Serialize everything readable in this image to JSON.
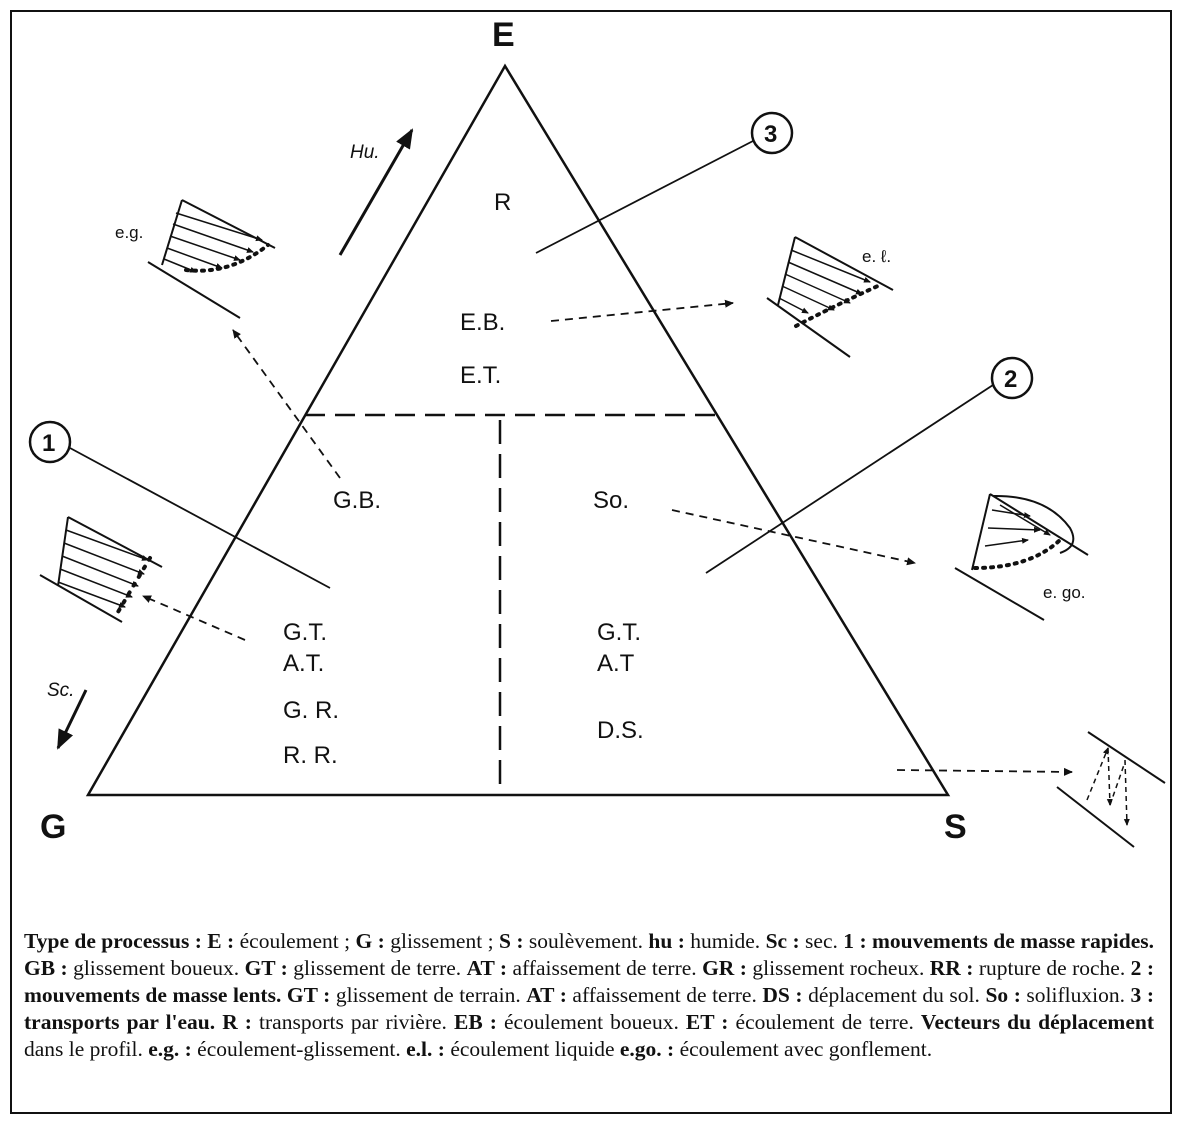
{
  "vertices": {
    "top": "E",
    "left": "G",
    "right": "S"
  },
  "axis_labels": {
    "humid": "Hu.",
    "dry": "Sc."
  },
  "circle_labels": {
    "c1": "1",
    "c2": "2",
    "c3": "3"
  },
  "zone_top": {
    "l1": "R",
    "l2": "E.B.",
    "l3": "E.T."
  },
  "zone_left": {
    "l1": "G.B.",
    "l2": "G.T.",
    "l3": "A.T.",
    "l4": "G. R.",
    "l5": "R. R."
  },
  "zone_right": {
    "l1": "So.",
    "l2": "G.T.",
    "l3": "A.T",
    "l4": "D.S."
  },
  "vector_labels": {
    "eg": "e.g.",
    "el": "e. ℓ.",
    "ego": "e. go."
  },
  "caption": [
    {
      "b": "Type de processus : E : ",
      "t": "écoulement ; "
    },
    {
      "b": "G : ",
      "t": "glissement ; "
    },
    {
      "b": "S : ",
      "t": "soulèvement. "
    },
    {
      "b": "hu : ",
      "t": "humide. "
    },
    {
      "b": "Sc : ",
      "t": "sec. "
    },
    {
      "b": "1 : mouvements de masse rapides. GB : ",
      "t": "glissement boueux. "
    },
    {
      "b": "GT : ",
      "t": "glissement de terre. "
    },
    {
      "b": "AT : ",
      "t": "affaissement de terre. "
    },
    {
      "b": "GR : ",
      "t": "glissement rocheux. "
    },
    {
      "b": "RR : ",
      "t": "rupture de roche. "
    },
    {
      "b": "2 : mouvements de masse lents. GT : ",
      "t": "glissement de terrain. "
    },
    {
      "b": "AT : ",
      "t": "affaissement de terre. "
    },
    {
      "b": "DS : ",
      "t": "déplacement du sol. "
    },
    {
      "b": "So : ",
      "t": "solifluxion. "
    },
    {
      "b": "3 : transports par l'eau. R : ",
      "t": "transports par rivière. "
    },
    {
      "b": "EB : ",
      "t": "écoulement boueux. "
    },
    {
      "b": "ET : ",
      "t": "écoulement de terre. "
    },
    {
      "b": "Vecteurs du déplacement ",
      "t": "dans le profil. "
    },
    {
      "b": "e.g. : ",
      "t": "écoulement-glissement. "
    },
    {
      "b": "e.l. : ",
      "t": "écoulement liquide "
    },
    {
      "b": "e.go. : ",
      "t": "écoulement avec gonflement."
    }
  ]
}
